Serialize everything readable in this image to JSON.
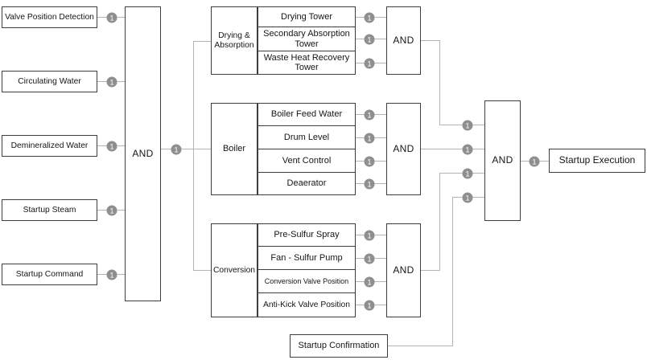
{
  "badge": "1",
  "inputs": [
    {
      "label": "Valve Position Detection"
    },
    {
      "label": "Circulating Water"
    },
    {
      "label": "Demineralized Water"
    },
    {
      "label": "Startup Steam"
    },
    {
      "label": "Startup Command"
    }
  ],
  "gates": {
    "inputs_and": "AND",
    "drying_and": "AND",
    "boiler_and": "AND",
    "conversion_and": "AND",
    "final_and": "AND"
  },
  "groups": [
    {
      "label": "Drying & Absorption",
      "items": [
        {
          "label": "Drying Tower"
        },
        {
          "label": "Secondary Absorption Tower"
        },
        {
          "label": "Waste Heat Recovery Tower"
        }
      ]
    },
    {
      "label": "Boiler",
      "items": [
        {
          "label": "Boiler Feed Water"
        },
        {
          "label": "Drum Level"
        },
        {
          "label": "Vent Control"
        },
        {
          "label": "Deaerator"
        }
      ]
    },
    {
      "label": "Conversion",
      "items": [
        {
          "label": "Pre-Sulfur Spray"
        },
        {
          "label": "Fan - Sulfur Pump"
        },
        {
          "label": "Conversion Valve Position"
        },
        {
          "label": "Anti-Kick Valve Position"
        }
      ]
    }
  ],
  "confirmation": {
    "label": "Startup Confirmation"
  },
  "output": {
    "label": "Startup Execution"
  },
  "colors": {
    "line": "#b4b4b4",
    "badge_fill": "#8f8f8f",
    "box_border": "#3d3d3d",
    "background": "#ffffff",
    "text": "#161616"
  }
}
